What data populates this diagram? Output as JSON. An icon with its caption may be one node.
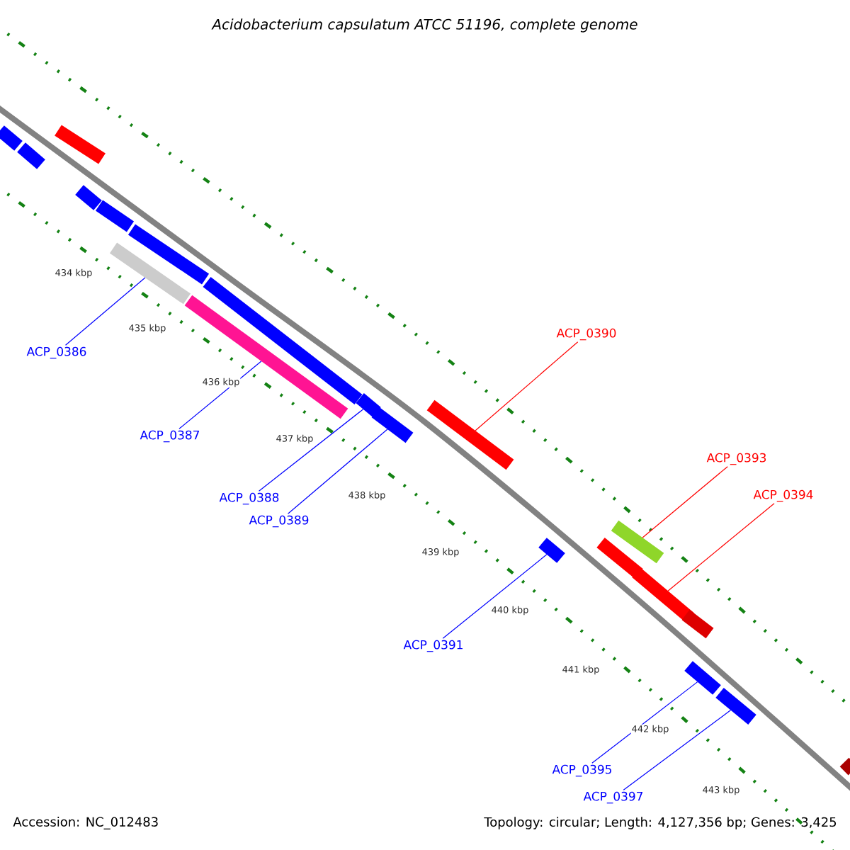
{
  "diagram": {
    "title": "Acidobacterium capsulatum ATCC 51196, complete genome",
    "nodes": [
      {
        "text": [
          "ACP_0386"
        ]
      },
      {
        "text": [
          "ACP_0387"
        ]
      },
      {
        "text": [
          "ACP_0388"
        ]
      },
      {
        "text": [
          "ACP_0389"
        ]
      },
      {
        "text": [
          "ACP_0390"
        ]
      },
      {
        "text": [
          "ACP_0391"
        ]
      },
      {
        "text": [
          "ACP_0393"
        ]
      },
      {
        "text": [
          "ACP_0394"
        ]
      },
      {
        "text": [
          "ACP_0395"
        ]
      },
      {
        "text": [
          "ACP_0397"
        ]
      },
      {
        "text": [],
        "shape": "bar"
      },
      {
        "text": [],
        "shape": "bar"
      },
      {
        "text": [],
        "shape": "bar"
      },
      {
        "text": [],
        "shape": "bar"
      },
      {
        "text": [],
        "shape": "bar"
      },
      {
        "text": [],
        "shape": "bar"
      },
      {
        "text": [],
        "shape": "bar"
      },
      {
        "text": [],
        "shape": "bar"
      },
      {
        "text": [],
        "shape": "bar"
      },
      {
        "text": [],
        "shape": "bar"
      },
      {
        "text": [],
        "shape": "bar"
      },
      {
        "text": [],
        "shape": "bar"
      },
      {
        "text": [],
        "shape": "bar"
      },
      {
        "text": [],
        "shape": "bar"
      },
      {
        "text": [],
        "shape": "bar"
      },
      {
        "text": [],
        "shape": "bar"
      },
      {
        "text": [],
        "shape": "bar"
      },
      {
        "text": [],
        "shape": "bar"
      },
      {
        "text": [],
        "shape": "bar"
      },
      {
        "text": [],
        "shape": "bar"
      }
    ],
    "edges": [
      {
        "from": 0,
        "to": 10,
        "arrow": "none"
      },
      {
        "from": 1,
        "to": 11,
        "arrow": "none"
      },
      {
        "from": 2,
        "to": 12,
        "arrow": "none"
      },
      {
        "from": 3,
        "to": 13,
        "arrow": "none"
      },
      {
        "from": 4,
        "to": 14,
        "arrow": "none",
        "color": "#ff0000"
      },
      {
        "from": 5,
        "to": 15,
        "arrow": "none"
      },
      {
        "from": 6,
        "to": 16,
        "arrow": "none",
        "color": "#ff0000"
      },
      {
        "from": 7,
        "to": 17,
        "arrow": "none",
        "color": "#ff0000"
      },
      {
        "from": 8,
        "to": 18,
        "arrow": "none"
      },
      {
        "from": 9,
        "to": 19,
        "arrow": "none"
      }
    ],
    "labels": [
      "434 kbp",
      "435 kbp",
      "436 kbp",
      "437 kbp",
      "438 kbp",
      "439 kbp",
      "440 kbp",
      "441 kbp",
      "442 kbp",
      "443 kbp",
      "Accession: NC_012483",
      "Topology: circular; Length: 4,127,356 bp; Genes: 3,425"
    ]
  }
}
